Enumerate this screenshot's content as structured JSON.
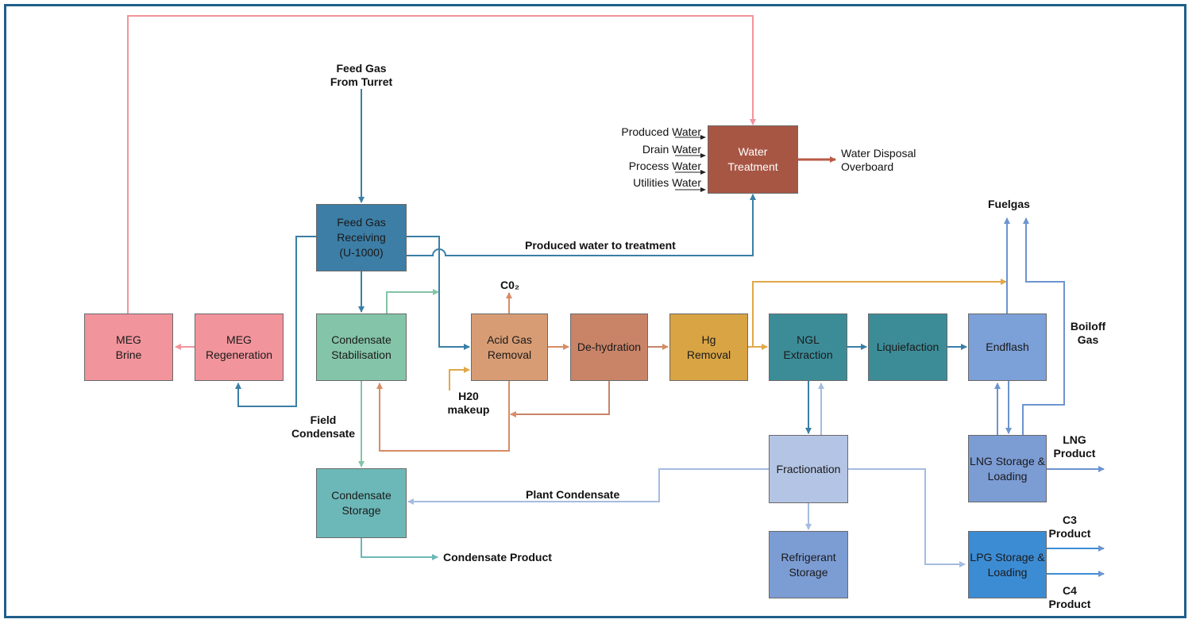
{
  "units": {
    "feed_gas_receiving": "Feed Gas\nReceiving\n(U-1000)",
    "water_treatment": "Water\nTreatment",
    "meg_brine": "MEG\nBrine",
    "meg_regeneration": "MEG\nRegeneration",
    "condensate_stabilisation": "Condensate\nStabilisation",
    "acid_gas_removal": "Acid Gas\nRemoval",
    "dehydration": "De-hydration",
    "hg_removal": "Hg\nRemoval",
    "ngl_extraction": "NGL\nExtraction",
    "liquefaction": "Liquiefaction",
    "endflash": "Endflash",
    "fractionation": "Fractionation",
    "condensate_storage": "Condensate\nStorage",
    "refrigerant_storage": "Refrigerant\nStorage",
    "lng_storage": "LNG Storage &\nLoading",
    "lpg_storage": "LPG Storage &\nLoading"
  },
  "labels": {
    "feed_gas": "Feed Gas\nFrom Turret",
    "produced_water": "Produced Water",
    "drain_water": "Drain Water",
    "process_water": "Process Water",
    "utilities_water": "Utilities Water",
    "water_disposal": "Water Disposal\nOverboard",
    "produced_water_treatment": "Produced water to treatment",
    "co2": "C0₂",
    "h2o_makeup": "H20\nmakeup",
    "field_condensate": "Field\nCondensate",
    "plant_condensate": "Plant Condensate",
    "condensate_product": "Condensate Product",
    "fuelgas": "Fuelgas",
    "boiloff_gas": "Boiloff\nGas",
    "lng_product": "LNG\nProduct",
    "c3_product": "C3\nProduct",
    "c4_product": "C4\nProduct"
  },
  "colors": {
    "frame": "#1f5f8b",
    "feed_gas_receiving": "#3c7ea6",
    "water_treatment": "#a85644",
    "meg": "#f2949c",
    "condensate_stabilisation": "#84c4a8",
    "acid_gas_removal": "#d89c74",
    "dehydration": "#c98468",
    "hg_removal": "#d8a444",
    "ngl_extraction": "#3c8c98",
    "liquefaction": "#3c8c98",
    "endflash": "#7ca0d8",
    "fractionation": "#b4c4e4",
    "condensate_storage": "#6cb8b8",
    "refrigerant_storage": "#7c9cd4",
    "lng_storage": "#7c9cd4",
    "lpg_storage": "#3c8cd4"
  }
}
